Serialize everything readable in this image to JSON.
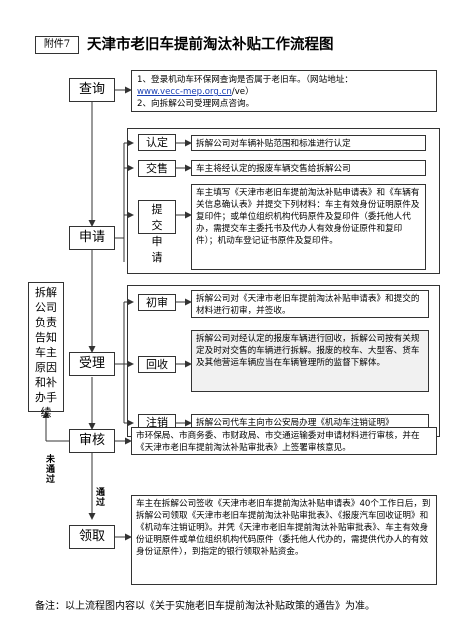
{
  "attachment_label": "附件7",
  "title": "天津市老旧车提前淘汰补贴工作流程图",
  "stages": {
    "query": "查询",
    "apply": "申请",
    "accept": "受理",
    "review": "审核",
    "collect": "领取"
  },
  "sub_stages": {
    "certify": "认定",
    "handover": "交售",
    "submit": "提交申请",
    "prelim": "初审",
    "recycle": "回收",
    "cancel": "注销"
  },
  "query_box": {
    "line1": "1、登录机动车环保网查询是否属于老旧车。（网站地址：",
    "link": "www.vecc-mep.org.cn",
    "link_suffix": "/ve）",
    "line2": "2、向拆解公司受理网点咨询。"
  },
  "apply_boxes": {
    "certify": "拆解公司对车辆补贴范围和标准进行认定",
    "handover": "车主将经认定的报废车辆交售给拆解公司",
    "submit": "车主填写《天津市老旧车提前淘汰补贴申请表》和《车辆有关信息确认表》并提交下列材料：车主有效身份证明原件及复印件；或单位组织机构代码原件及复印件（委托他人代办，需提交车主委托书及代办人有效身份证原件和复印件）；机动车登记证书原件及复印件。"
  },
  "accept_boxes": {
    "prelim": "拆解公司对《天津市老旧车提前淘汰补贴申请表》和提交的材料进行初审，并签收。",
    "recycle": "拆解公司对经认定的报废车辆进行回收，拆解公司按有关规定及时对交售的车辆进行拆解。报废的校车、大型客、货车及其他营运车辆应当在车辆管理所的监督下解体。",
    "cancel": "拆解公司代车主向市公安局办理《机动车注销证明》"
  },
  "side_note": "拆解公司负责告知车主原因和补办手续",
  "review_box": "市环保局、市商务委、市财政局、市交通运输委对申请材料进行审核，并在《天津市老旧车提前淘汰补贴审批表》上签署审核意见。",
  "collect_box": "车主在拆解公司签收《天津市老旧车提前淘汰补贴申请表》40个工作日后，到拆解公司领取《天津市老旧车提前淘汰补贴审批表》、《报废汽车回收证明》和《机动车注销证明》。并凭《天津市老旧车提前淘汰补贴审批表》、车主有效身份证明原件或单位组织机构代码原件（委托他人代办的，需提供代办人的有效身份证原件），到指定的银行领取补贴资金。",
  "labels": {
    "not_pass": "未通过",
    "pass": "通过"
  },
  "footnote": "备注：以上流程图内容以《关于实施老旧车提前淘汰补贴政策的通告》为准。"
}
